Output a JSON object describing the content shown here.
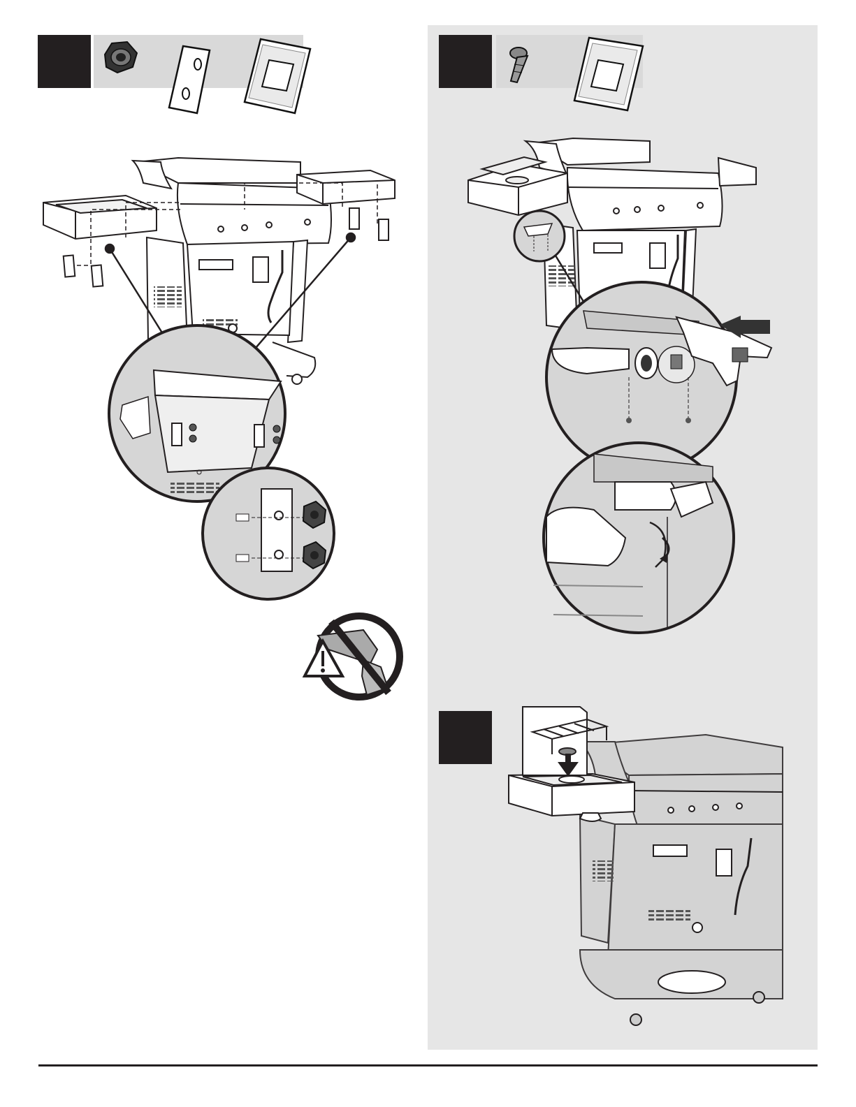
{
  "page": {
    "background": "#ffffff",
    "panel_color": "#e6e6e6",
    "ink_color": "#231f20"
  },
  "steps": [
    {
      "name": "step-a",
      "number": "",
      "parts": [
        "flange-nut-icon",
        "mounting-plate-icon",
        "hardware-bag-icon"
      ]
    },
    {
      "name": "step-b",
      "number": "",
      "parts": [
        "screw-icon",
        "hardware-bag-icon"
      ]
    },
    {
      "name": "step-c",
      "number": ""
    }
  ],
  "warnings": [
    {
      "icon": "no-power-drill-warning-icon"
    }
  ]
}
